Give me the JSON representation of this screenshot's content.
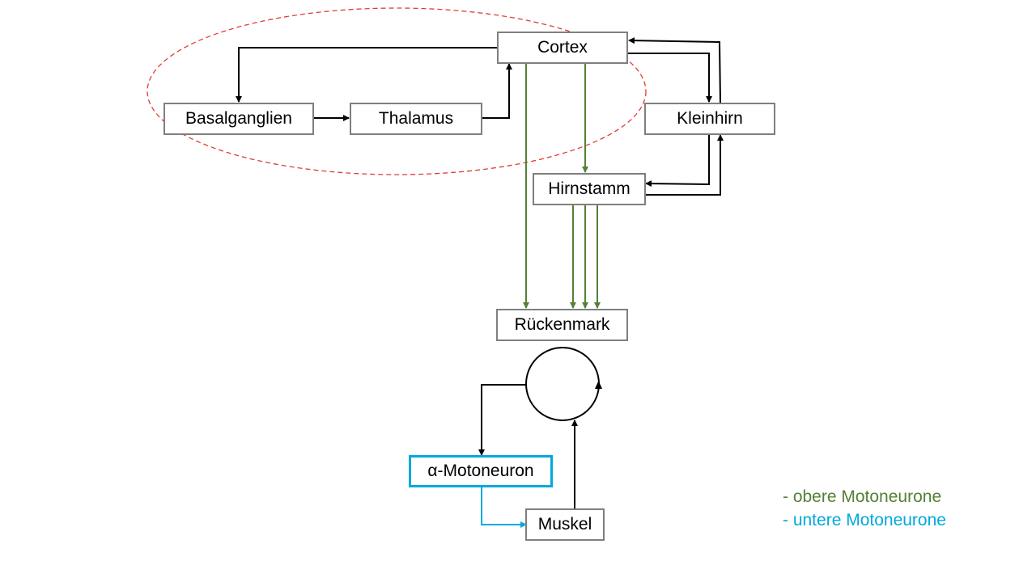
{
  "nodes": {
    "cortex": "Cortex",
    "basalganglien": "Basalganglien",
    "thalamus": "Thalamus",
    "kleinhirn": "Kleinhirn",
    "hirnstamm": "Hirnstamm",
    "rueckenmark": "Rückenmark",
    "motoneuron": "α-Motoneuron",
    "muskel": "Muskel"
  },
  "legend": {
    "obere": "- obere Motoneurone",
    "untere": "- untere Motoneurone"
  },
  "colors": {
    "obere": "#538135",
    "untere": "#00a9dd",
    "highlight_ellipse": "#e03c31",
    "box_border": "#7f7f7f",
    "arrow": "#000000"
  }
}
